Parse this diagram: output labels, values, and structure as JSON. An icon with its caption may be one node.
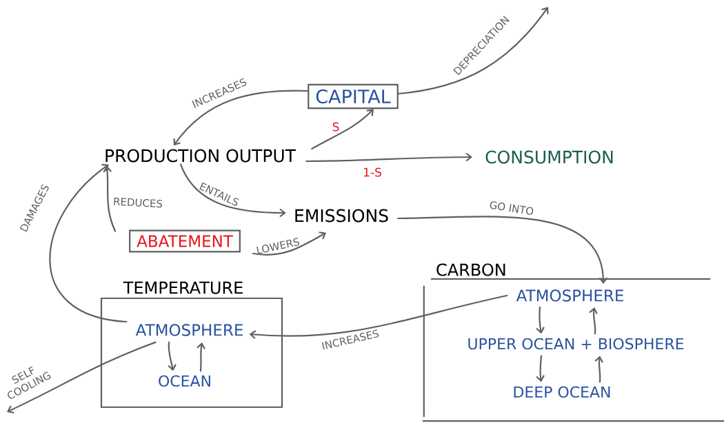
{
  "diagram": {
    "nodes": [
      {
        "text": [
          "CAPITAL"
        ]
      },
      {
        "text": [
          "PRODUCTION OUTPUT"
        ]
      },
      {
        "text": [
          "CONSUMPTION"
        ]
      },
      {
        "text": [
          "EMISSIONS"
        ]
      },
      {
        "text": [
          "ABATEMENT"
        ]
      },
      {
        "text": [
          "TEMPERATURE"
        ]
      },
      {
        "text": [
          "ATMOSPHERE"
        ],
        "in": 5
      },
      {
        "text": [
          "OCEAN"
        ],
        "in": 5
      },
      {
        "text": [
          "CARBON"
        ]
      },
      {
        "text": [
          "ATMOSPHERE"
        ],
        "in": 8
      },
      {
        "text": [
          "UPPER OCEAN + BIOSPHERE"
        ],
        "in": 8
      },
      {
        "text": [
          "DEEP OCEAN"
        ],
        "in": 8
      }
    ],
    "edges": [
      {
        "from": 0,
        "to": 1,
        "arrow": "to",
        "label": "INCREASES"
      },
      {
        "from": 0,
        "to": null,
        "arrow": "to",
        "label": "DEPRECIATION"
      },
      {
        "from": 1,
        "to": 0,
        "arrow": "to",
        "label": "S"
      },
      {
        "from": 1,
        "to": 2,
        "arrow": "to",
        "label": "1-S"
      },
      {
        "from": 1,
        "to": 3,
        "arrow": "to",
        "label": "ENTAILS"
      },
      {
        "from": 4,
        "to": 1,
        "arrow": "to",
        "label": "REDUCES"
      },
      {
        "from": 4,
        "to": 3,
        "arrow": "to",
        "label": "LOWERS"
      },
      {
        "from": 3,
        "to": 9,
        "arrow": "to",
        "label": "GO INTO"
      },
      {
        "from": 9,
        "to": 6,
        "arrow": "to",
        "label": "INCREASES"
      },
      {
        "from": 6,
        "to": 1,
        "arrow": "to",
        "label": "DAMAGES"
      },
      {
        "from": 6,
        "to": null,
        "arrow": "to",
        "label": "SELF COOLING"
      },
      {
        "from": 6,
        "to": 7,
        "arrow": "to"
      },
      {
        "from": 7,
        "to": 6,
        "arrow": "to"
      },
      {
        "from": 9,
        "to": 10,
        "arrow": "to"
      },
      {
        "from": 10,
        "to": 9,
        "arrow": "to"
      },
      {
        "from": 10,
        "to": 11,
        "arrow": "to"
      },
      {
        "from": 11,
        "to": 10,
        "arrow": "to"
      }
    ]
  }
}
